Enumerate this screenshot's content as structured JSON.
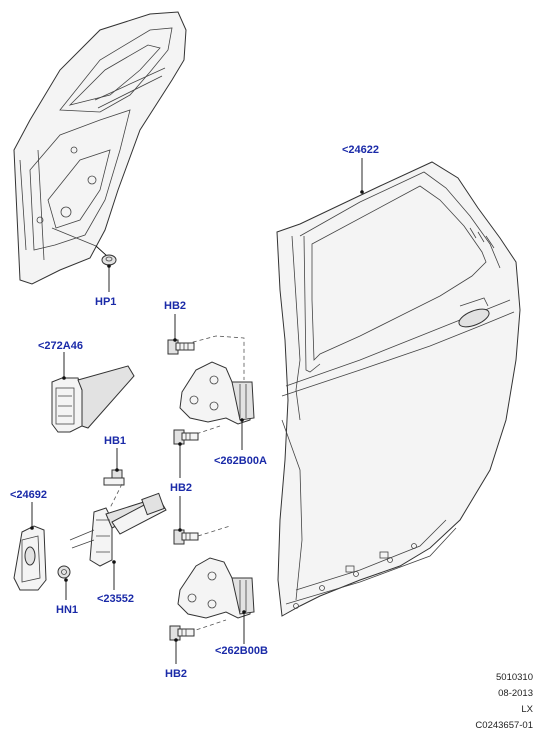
{
  "callouts": {
    "hp1": "HP1",
    "p24622": "<24622",
    "hb2_top": "HB2",
    "p272a46": "<272A46",
    "hb1": "HB1",
    "p262b00a": "<262B00A",
    "hb2_mid": "HB2",
    "p24692": "<24692",
    "p23552": "<23552",
    "hn1": "HN1",
    "p262b00b": "<262B00B",
    "hb2_bottom": "HB2"
  },
  "metadata": {
    "code": "5010310",
    "date": "08-2013",
    "model": "LX",
    "ref": "C0243657-01"
  },
  "colors": {
    "callout": "#1a2aa8",
    "line": "#333333"
  }
}
